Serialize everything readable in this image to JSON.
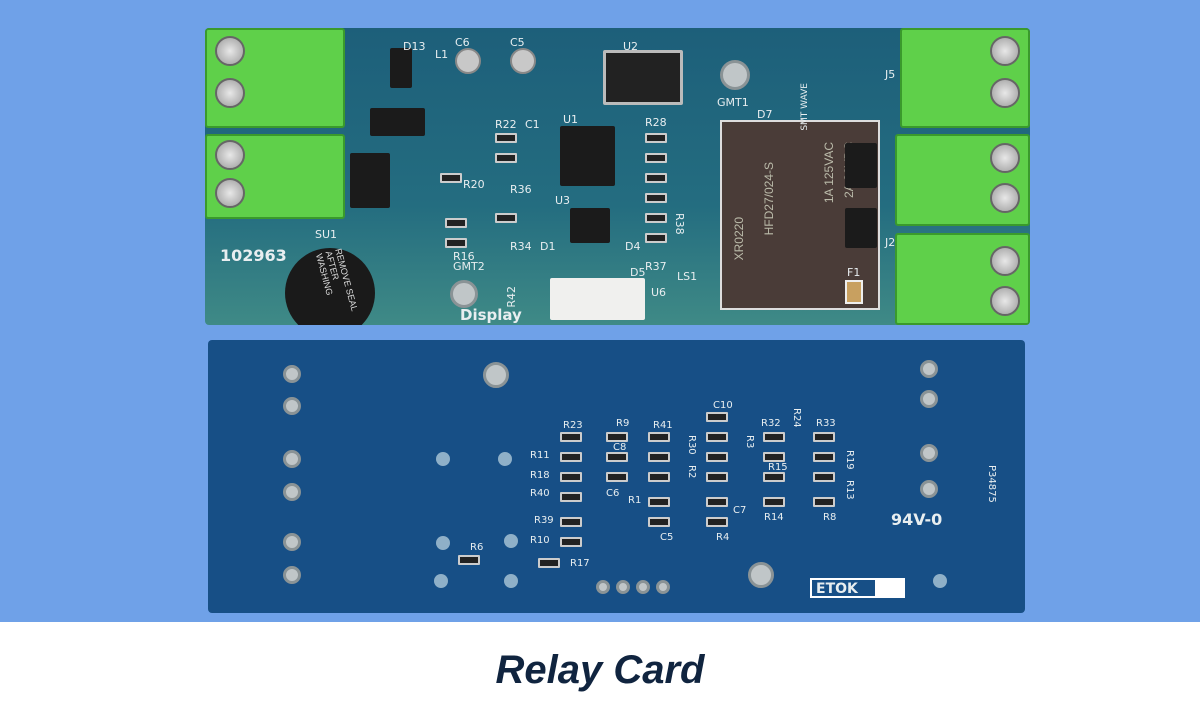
{
  "caption": "Relay Card",
  "top_board": {
    "board_id": "102963",
    "display_label": "Display",
    "gmt1": "GMT1",
    "gmt2": "GMT2",
    "relay_lines": [
      "2A 30VDC",
      "1A 125VAC",
      "HFD27/024-S",
      "XR0220"
    ],
    "smt_wave": "SMT WAVE",
    "buzzer_text": "REMOVE SEAL AFTER WASHING",
    "refs": [
      "D13",
      "L1",
      "C6",
      "C5",
      "U2",
      "U1",
      "U3",
      "R22",
      "C1",
      "R28",
      "R20",
      "R36",
      "R16",
      "R34",
      "R42",
      "D7",
      "LS1",
      "F1",
      "J5",
      "J2",
      "U6",
      "SU1",
      "R37",
      "R38",
      "D5",
      "D1",
      "D4"
    ]
  },
  "bottom_board": {
    "rating": "94V-0",
    "brand": "ETOK",
    "code": "P34875",
    "refs": [
      "R23",
      "R9",
      "R41",
      "C10",
      "R32",
      "R24",
      "R33",
      "R11",
      "C8",
      "R30",
      "R3",
      "R15",
      "R19",
      "R18",
      "R2",
      "R13",
      "R40",
      "C6",
      "R1",
      "C7",
      "R14",
      "R8",
      "R39",
      "C5",
      "R4",
      "R10",
      "R6",
      "R17"
    ]
  }
}
